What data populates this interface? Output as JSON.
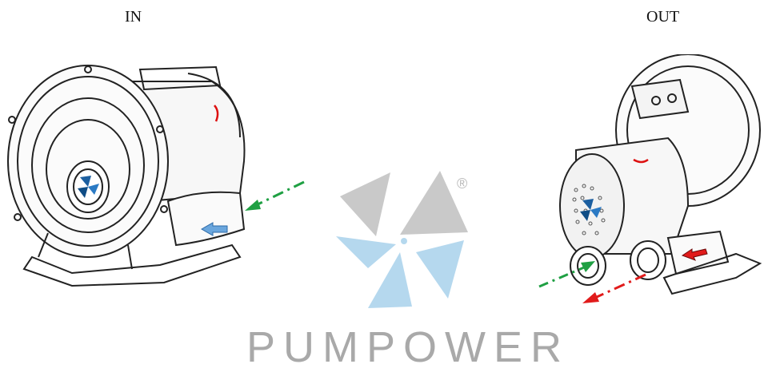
{
  "labels": {
    "in": "IN",
    "out": "OUT"
  },
  "brand": {
    "name": "PUMPOWER",
    "registered": "®"
  },
  "colors": {
    "inlet_arrow": "#1fa043",
    "outlet_arrow": "#e11b1b",
    "flow_marker": "#6aa6dd",
    "logo_blue": "#b5d8ee",
    "logo_gray": "#c9c9c9",
    "brand_text": "#a9a9a9"
  },
  "icons": [
    "blower-in-illustration",
    "blower-out-illustration",
    "pumpower-fan-logo",
    "inlet-arrow-icon",
    "outlet-arrow-icon"
  ]
}
